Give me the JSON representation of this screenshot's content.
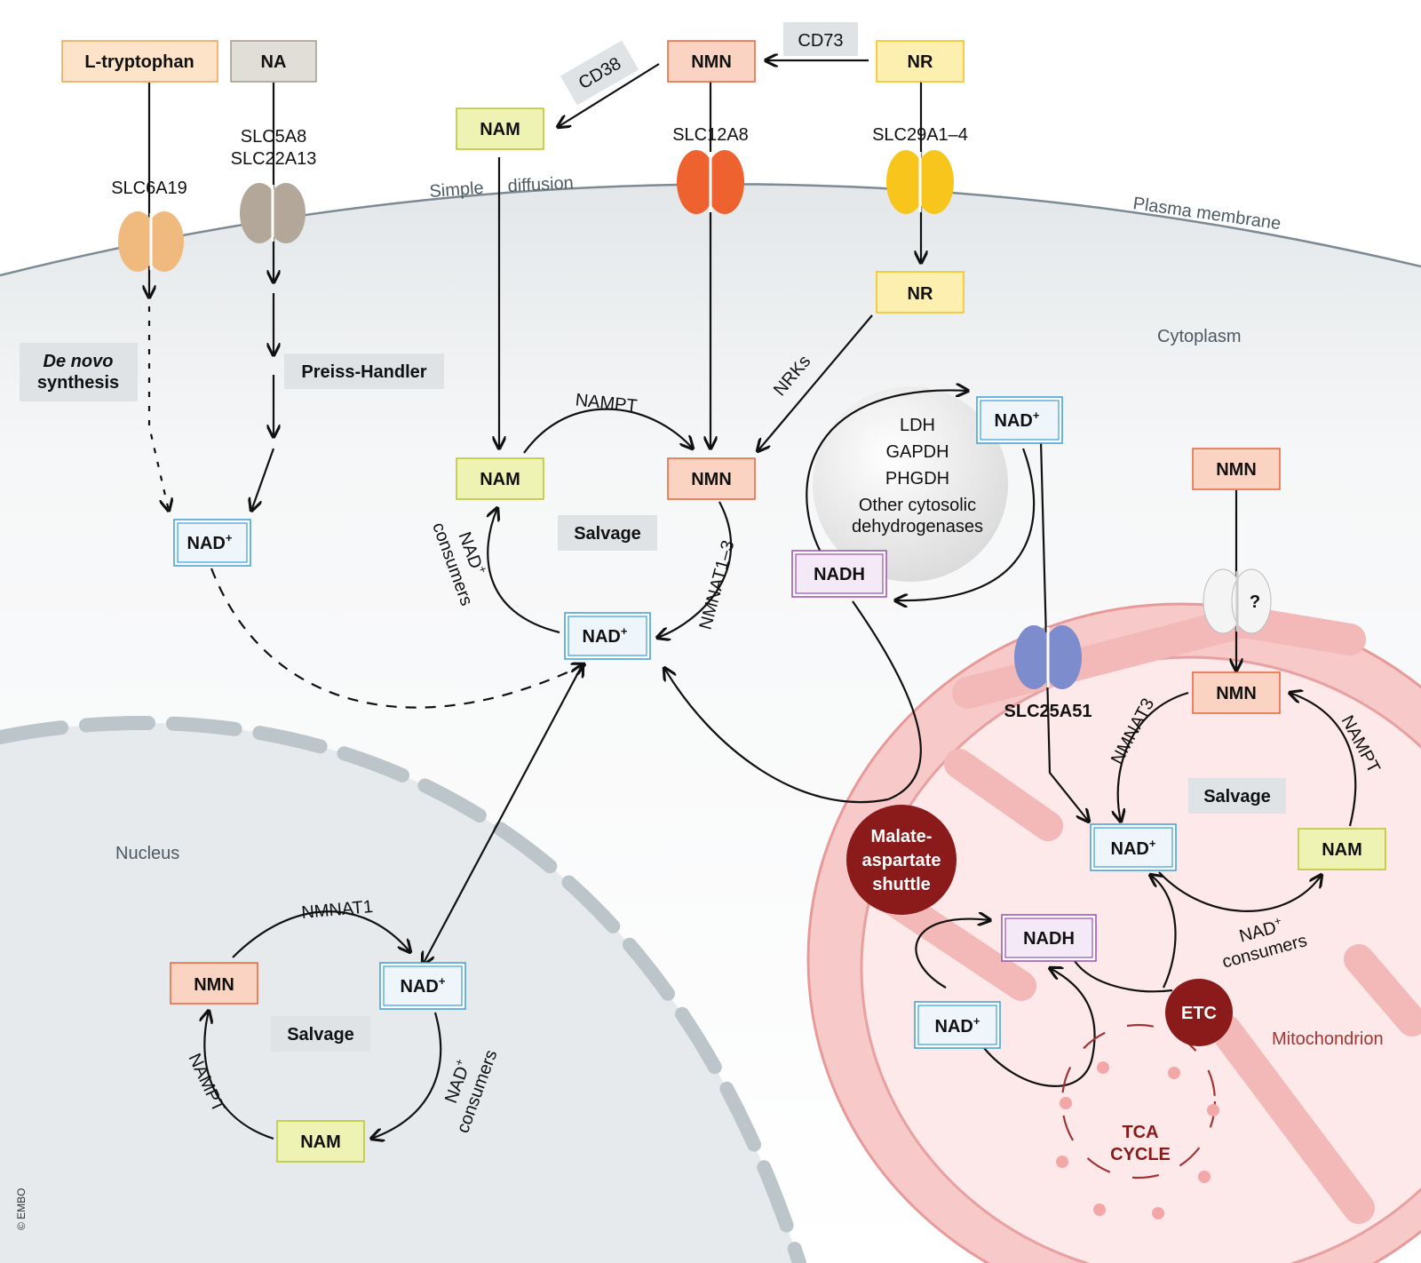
{
  "sources": {
    "tryptophan": "L-tryptophan",
    "na": "NA",
    "nmn": "NMN",
    "nr": "NR",
    "nam": "NAM"
  },
  "transporters": {
    "slc6a19": "SLC6A19",
    "slc5a8": "SLC5A8",
    "slc22a13": "SLC22A13",
    "slc12a8": "SLC12A8",
    "slc29a": "SLC29A1–4",
    "slc25a51": "SLC25A51",
    "unknown": "?"
  },
  "enzymes": {
    "cd73": "CD73",
    "cd38": "CD38",
    "nrks": "NRKs",
    "nampt": "NAMPT",
    "nmnat13": "NMNAT1–3",
    "nmnat1": "NMNAT1",
    "nmnat3": "NMNAT3"
  },
  "labels": {
    "simple": "Simple",
    "diffusion": "diffusion",
    "plasma_membrane": "Plasma membrane",
    "cytoplasm": "Cytoplasm",
    "nucleus": "Nucleus",
    "mitochondrion": "Mitochondrion",
    "de_novo_1": "De novo",
    "de_novo_2": "synthesis",
    "preiss_handler": "Preiss-Handler",
    "salvage": "Salvage",
    "consumers_1": "NAD",
    "consumers_sup": "+",
    "consumers_2": "consumers",
    "copyright": "© EMBO"
  },
  "cofactors": {
    "nad": "NAD",
    "nad_sup": "+",
    "nadh": "NADH"
  },
  "dehydrogenases": [
    "LDH",
    "GAPDH",
    "PHGDH",
    "Other cytosolic",
    "dehydrogenases"
  ],
  "mito": {
    "shuttle": [
      "Malate-",
      "aspartate",
      "shuttle"
    ],
    "etc": "ETC",
    "tca": [
      "TCA",
      "CYCLE"
    ]
  },
  "colors": {
    "nmn_fill": "#fbd3c2",
    "nmn_stroke": "#e8643a",
    "nam_fill": "#eef2b3",
    "nam_stroke": "#b9c32e",
    "nr_fill": "#fdefb0",
    "nr_stroke": "#f0c21a",
    "nad_stroke": "#3b9ed6",
    "nadh_stroke": "#9b4fb0",
    "mito": "#f7c9c9",
    "dark_red": "#8b1a1a"
  }
}
